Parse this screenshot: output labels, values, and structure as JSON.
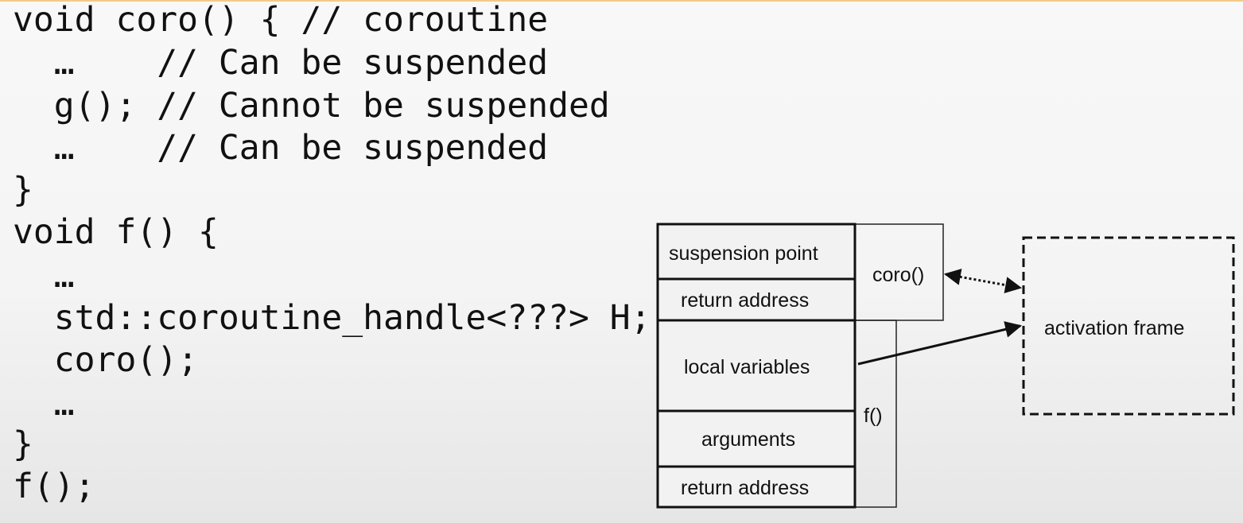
{
  "code": {
    "lines": [
      "void coro() { // coroutine",
      "  …    // Can be suspended",
      "  g(); // Cannot be suspended",
      "  …    // Can be suspended",
      "}",
      "void f() {",
      "  …",
      "  std::coroutine_handle<???> H;",
      "  coro();",
      "  …",
      "}",
      "f();"
    ]
  },
  "diagram": {
    "coro_frame": {
      "cells": [
        "suspension point",
        "return address"
      ],
      "label": "coro()"
    },
    "f_frame": {
      "cells": [
        "local variables",
        "arguments",
        "return address"
      ],
      "label": "f()"
    },
    "activation_frame": {
      "label": "activation frame"
    }
  }
}
